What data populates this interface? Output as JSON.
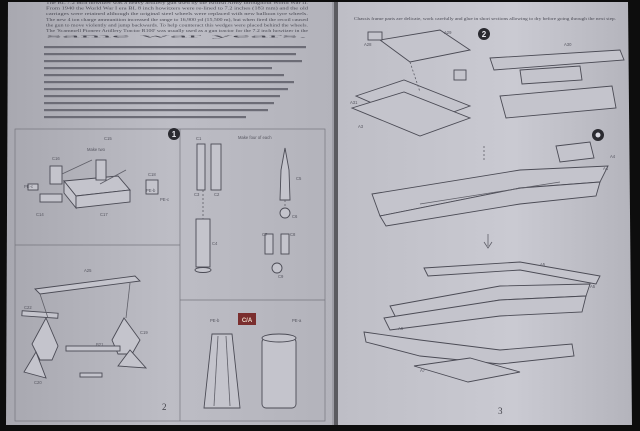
{
  "photo": {
    "subject": "model kit instruction sheet pages 2 and 3",
    "colors": {
      "background": "#0d0d0d",
      "paper_left": "#b9b9c1",
      "paper_right": "#c6c6ce",
      "ink": "#55555f",
      "ca_box": "#7a2e2e"
    }
  },
  "left_page": {
    "intro_lines": [
      "The BL 7.2 inch howitzer was a heavy artillery gun used by the British Army throughout World War II.",
      "From 1940 the World War I era BL 8 inch howitzers were re-lined to 7.2 inches (183 mm) and the old",
      "carriages were retained although the original steel wheels were replaced with new balloon tyre wheels.",
      "The new 4 ton charge ammunition increased the range to 16,900 yd (15,500 m), but when fired the recoil caused",
      "the gun to move violently and jump backwards. To help counteract this wedges were placed behind the wheels.",
      "The 'Scammell Pioneer Artillery Tractor R100' was usually used as a gun tractor for the 7.2 inch howitzer in the",
      "same war years."
    ],
    "step_number": "1",
    "make_two": "Make two",
    "make_four": "Make four of each",
    "ca_badge": "C/A",
    "page_number": "2",
    "labels": [
      "C15",
      "C16",
      "C18",
      "C14",
      "C17",
      "PE-c",
      "PE-c",
      "PE-b",
      "A25",
      "C22",
      "B21",
      "C19",
      "C20",
      "C1",
      "C2",
      "C3",
      "C4",
      "C5",
      "C6",
      "C7",
      "C8",
      "C9",
      "PE-b",
      "PE-a"
    ]
  },
  "right_page": {
    "header_line": "Chassis frame parts are delicate, work carefully and glue in short sections allowing to dry before going through the next step.",
    "step_number": "2",
    "page_number": "3",
    "labels": [
      "A28",
      "A29",
      "A30",
      "A31",
      "A4",
      "A5",
      "A6",
      "A7",
      "A3",
      "A4",
      "A5"
    ]
  }
}
